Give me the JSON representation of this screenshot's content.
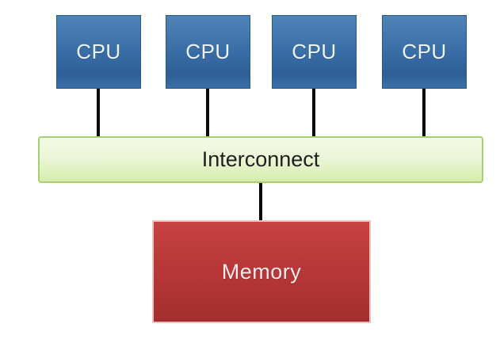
{
  "diagram": {
    "nodes": {
      "cpus": [
        {
          "id": "cpu-1",
          "label": "CPU"
        },
        {
          "id": "cpu-2",
          "label": "CPU"
        },
        {
          "id": "cpu-3",
          "label": "CPU"
        },
        {
          "id": "cpu-4",
          "label": "CPU"
        }
      ],
      "interconnect": {
        "id": "interconnect",
        "label": "Interconnect"
      },
      "memory": {
        "id": "memory",
        "label": "Memory"
      }
    },
    "edges": [
      {
        "from": "cpu-1",
        "to": "interconnect"
      },
      {
        "from": "cpu-2",
        "to": "interconnect"
      },
      {
        "from": "cpu-3",
        "to": "interconnect"
      },
      {
        "from": "cpu-4",
        "to": "interconnect"
      },
      {
        "from": "interconnect",
        "to": "memory"
      }
    ]
  },
  "colors": {
    "background": "#ffffff",
    "connector": "#0a0a0a",
    "cpu_fill_top": "#4f84b8",
    "cpu_fill_mid": "#3a6ea6",
    "cpu_fill_bottom": "#2e5f96",
    "cpu_border": "#2a568a",
    "cpu_text": "#eef4fa",
    "interconnect_fill_top": "#f3f9e4",
    "interconnect_fill_bottom": "#d5ecac",
    "interconnect_border": "#a9cc78",
    "interconnect_text": "#1f1f1f",
    "memory_fill_top": "#c64442",
    "memory_fill_mid": "#b53637",
    "memory_fill_bottom": "#a32e2e",
    "memory_border": "#eac4c0",
    "memory_text": "#faeceb"
  }
}
